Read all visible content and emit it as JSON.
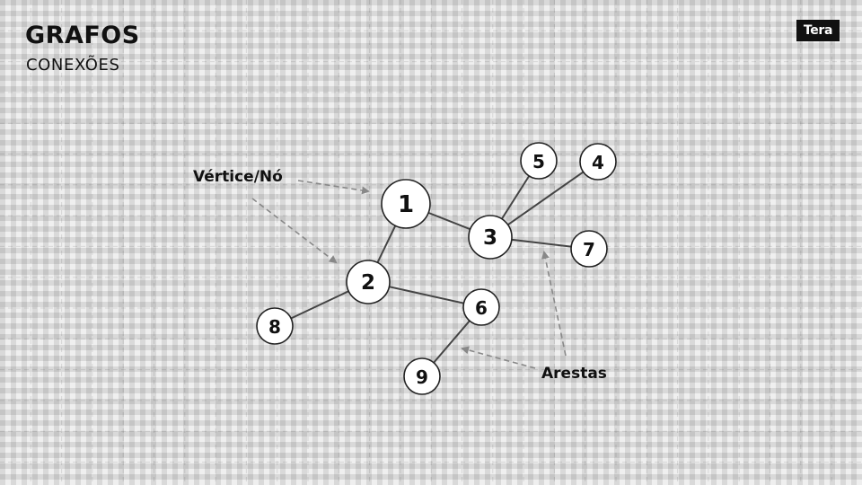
{
  "header": {
    "title": "GRAFOS",
    "subtitle": "CONEXÕES"
  },
  "brand": {
    "logo_text": "Tera",
    "logo_bg": "#111111",
    "logo_fg": "#ffffff"
  },
  "annotations": {
    "vertex_label": "Vértice/Nó",
    "edges_label": "Arestas"
  },
  "graph": {
    "nodes": [
      {
        "id": "1",
        "label": "1"
      },
      {
        "id": "2",
        "label": "2"
      },
      {
        "id": "3",
        "label": "3"
      },
      {
        "id": "4",
        "label": "4"
      },
      {
        "id": "5",
        "label": "5"
      },
      {
        "id": "6",
        "label": "6"
      },
      {
        "id": "7",
        "label": "7"
      },
      {
        "id": "8",
        "label": "8"
      },
      {
        "id": "9",
        "label": "9"
      }
    ],
    "edges": [
      [
        "1",
        "2"
      ],
      [
        "1",
        "3"
      ],
      [
        "3",
        "5"
      ],
      [
        "3",
        "4"
      ],
      [
        "3",
        "7"
      ],
      [
        "2",
        "8"
      ],
      [
        "2",
        "6"
      ],
      [
        "6",
        "9"
      ]
    ]
  },
  "colors": {
    "background": "#efefef",
    "node_fill": "#ffffff",
    "stroke": "#222222",
    "arrow": "#888888"
  }
}
